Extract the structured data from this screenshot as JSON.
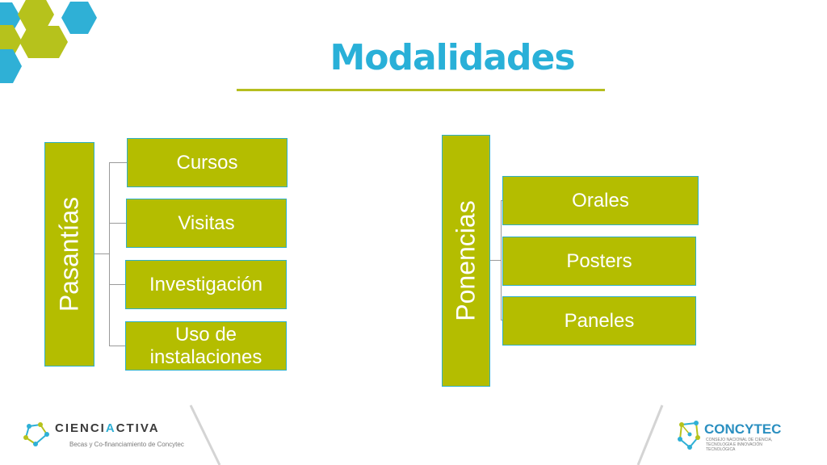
{
  "title": "Modalidades",
  "diagrams": [
    {
      "root": "Pasantías",
      "children": [
        "Cursos",
        "Visitas",
        "Investigación",
        "Uso de instalaciones"
      ]
    },
    {
      "root": "Ponencias",
      "children": [
        "Orales",
        "Posters",
        "Paneles"
      ]
    }
  ],
  "logos": {
    "left": {
      "name_prefix": "CIENCI",
      "name_accent": "A",
      "name_suffix": "CTIVA",
      "tagline": "Becas y Co-financiamiento de Concytec"
    },
    "right": {
      "name": "CONCYTEC",
      "subtitle": "CONSEJO NACIONAL DE CIENCIA, TECNOLOGÍA E INNOVACIÓN TECNOLÓGICA"
    }
  },
  "colors": {
    "title": "#29b0d8",
    "box_fill": "#b4bd00",
    "box_border": "#2fb0c8",
    "hex_blue": "#2fb0d6",
    "hex_green": "#b6c21c",
    "rule": "#b6be1f"
  }
}
